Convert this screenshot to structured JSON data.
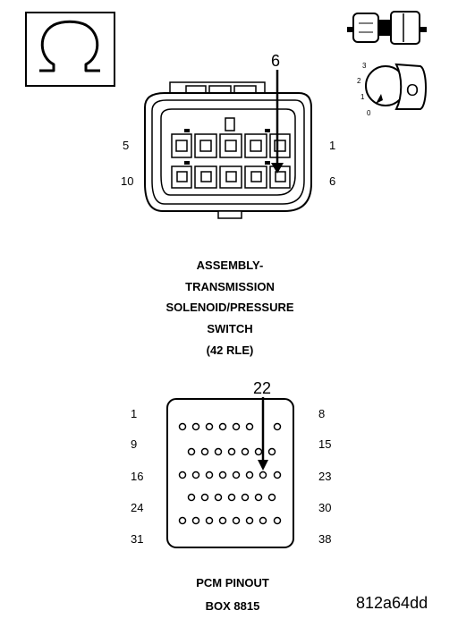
{
  "connector": {
    "pin_labels": {
      "top_left": "5",
      "top_right": "1",
      "bottom_left": "10",
      "bottom_right": "6"
    },
    "callout": "6"
  },
  "connector_title": [
    "ASSEMBLY-",
    "TRANSMISSION",
    "SOLENOID/PRESSURE",
    "SWITCH",
    "(42 RLE)"
  ],
  "pcm": {
    "callout": "22",
    "row_labels_left": [
      "1",
      "9",
      "16",
      "24",
      "31"
    ],
    "row_labels_right": [
      "8",
      "15",
      "23",
      "30",
      "38"
    ]
  },
  "pcm_title": [
    "PCM PINOUT",
    "BOX 8815"
  ],
  "lock_dial": {
    "positions": [
      "3",
      "2",
      "1",
      "0"
    ],
    "face": "O"
  },
  "figure_code": "812a64dd",
  "colors": {
    "ink": "#000000",
    "paper": "#ffffff"
  }
}
